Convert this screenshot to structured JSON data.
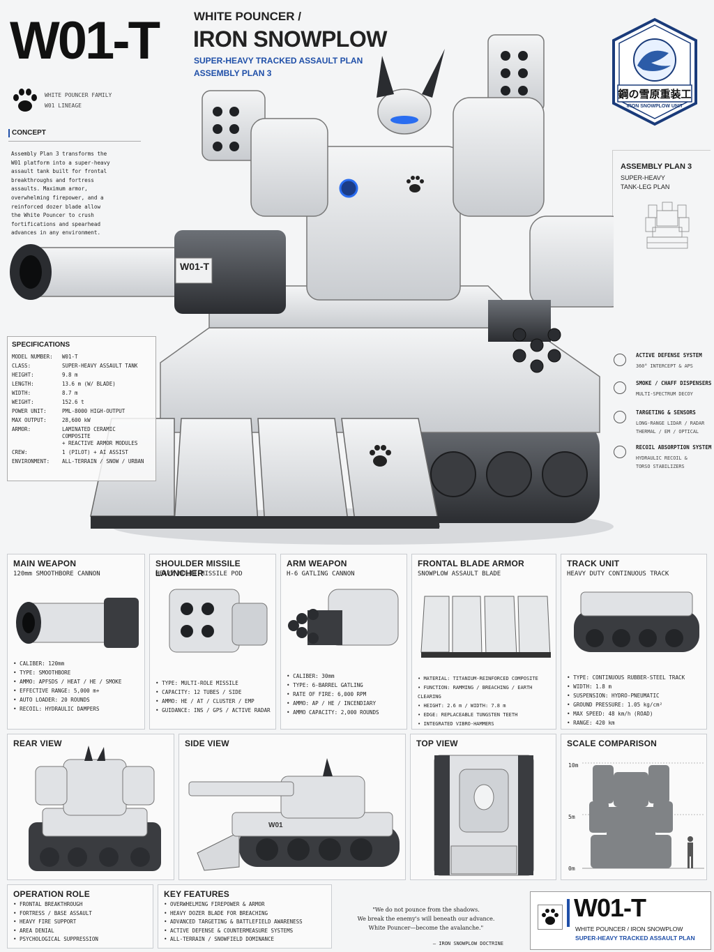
{
  "header": {
    "model_code": "W01-T",
    "family_title": "WHITE POUNCER /",
    "name": "IRON SNOWPLOW",
    "subtitle_line1": "SUPER-HEAVY TRACKED ASSAULT PLAN",
    "subtitle_line2": "ASSEMBLY PLAN 3",
    "family_label": "WHITE POUNCER FAMILY",
    "lineage_label": "W01 LINEAGE"
  },
  "emblem": {
    "kanji": "鋼の雪原重装工",
    "unit": "IRON SNOWPLOW UNIT"
  },
  "concept": {
    "heading": "CONCEPT",
    "text": "Assembly Plan 3 transforms the W01 platform into a super-heavy assault tank built for frontal breakthroughs and fortress assaults. Maximum armor, overwhelming firepower, and a reinforced dozer blade allow the White Pouncer to crush fortifications and spearhead advances in any environment."
  },
  "assembly": {
    "heading": "ASSEMBLY PLAN 3",
    "line1": "SUPER-HEAVY",
    "line2": "TANK-LEG PLAN"
  },
  "cannon_marking": "W01-T",
  "specifications": {
    "heading": "SPECIFICATIONS",
    "rows": [
      {
        "k": "MODEL NUMBER:",
        "v": "W01-T"
      },
      {
        "k": "CLASS:",
        "v": "SUPER-HEAVY ASSAULT TANK"
      },
      {
        "k": "HEIGHT:",
        "v": "9.8 m"
      },
      {
        "k": "LENGTH:",
        "v": "13.6 m (W/ BLADE)"
      },
      {
        "k": "WIDTH:",
        "v": "8.7 m"
      },
      {
        "k": "WEIGHT:",
        "v": "152.6 t"
      },
      {
        "k": "POWER UNIT:",
        "v": "PML-8000 HIGH-OUTPUT"
      },
      {
        "k": "MAX OUTPUT:",
        "v": "28,600 kW"
      },
      {
        "k": "ARMOR:",
        "v": "LAMINATED CERAMIC COMPOSITE\n+ REACTIVE ARMOR MODULES"
      },
      {
        "k": "CREW:",
        "v": "1 (PILOT) + AI ASSIST"
      },
      {
        "k": "ENVIRONMENT:",
        "v": "ALL-TERRAIN / SNOW / URBAN"
      }
    ]
  },
  "features_side": [
    {
      "title": "ACTIVE DEFENSE SYSTEM",
      "sub": "360° INTERCEPT & APS",
      "icon": "shield-icon"
    },
    {
      "title": "SMOKE / CHAFF DISPENSERS",
      "sub": "MULTI-SPECTRUM DECOY",
      "icon": "smoke-icon"
    },
    {
      "title": "TARGETING & SENSORS",
      "sub": "LONG-RANGE LIDAR / RADAR\nTHERMAL / EM / OPTICAL",
      "icon": "target-icon"
    },
    {
      "title": "RECOIL ABSORPTION SYSTEM",
      "sub": "HYDRAULIC RECOIL &\nTORSO STABILIZERS",
      "icon": "recoil-icon"
    }
  ],
  "weapons": [
    {
      "title": "MAIN WEAPON",
      "sub": "120mm SMOOTHBORE CANNON",
      "items": [
        "CALIBER: 120mm",
        "TYPE: SMOOTHBORE",
        "AMMO: APFSDS / HEAT / HE / SMOKE",
        "EFFECTIVE RANGE: 5,000 m+",
        "AUTO LOADER: 20 ROUNDS",
        "RECOIL: HYDRAULIC DAMPERS"
      ]
    },
    {
      "title": "SHOULDER MISSILE LAUNCHER",
      "sub": "HEAVY MULTI-MISSILE POD",
      "items": [
        "TYPE: MULTI-ROLE MISSILE",
        "CAPACITY: 12 TUBES / SIDE",
        "AMMO: HE / AT / CLUSTER / EMP",
        "GUIDANCE: INS / GPS / ACTIVE RADAR"
      ]
    },
    {
      "title": "ARM WEAPON",
      "sub": "H-6 GATLING CANNON",
      "items": [
        "CALIBER: 30mm",
        "TYPE: 6-BARREL GATLING",
        "RATE OF FIRE: 6,000 RPM",
        "AMMO: AP / HE / INCENDIARY",
        "AMMO CAPACITY: 2,000 ROUNDS"
      ]
    },
    {
      "title": "FRONTAL BLADE ARMOR",
      "sub": "SNOWPLOW ASSAULT BLADE",
      "items": [
        "MATERIAL: TITANIUM-REINFORCED COMPOSITE",
        "FUNCTION: RAMMING / BREACHING / EARTH CLEARING",
        "HEIGHT: 2.6 m / WIDTH: 7.8 m",
        "EDGE: REPLACEABLE TUNGSTEN TEETH",
        "INTEGRATED VIBRO-HAMMERS"
      ]
    },
    {
      "title": "TRACK UNIT",
      "sub": "HEAVY DUTY CONTINUOUS TRACK",
      "items": [
        "TYPE: CONTINUOUS RUBBER-STEEL TRACK",
        "WIDTH: 1.8 m",
        "SUSPENSION: HYDRO-PNEUMATIC",
        "GROUND PRESSURE: 1.05 kg/cm²",
        "MAX SPEED: 48 km/h (ROAD)",
        "RANGE: 420 km"
      ]
    }
  ],
  "views": {
    "rear": "REAR VIEW",
    "side": "SIDE VIEW",
    "top": "TOP VIEW",
    "scale": "SCALE COMPARISON",
    "scale_ticks": [
      "10m",
      "5m",
      "0m"
    ],
    "side_marking": "W01"
  },
  "operation_role": {
    "heading": "OPERATION ROLE",
    "items": [
      "FRONTAL BREAKTHROUGH",
      "FORTRESS / BASE ASSAULT",
      "HEAVY FIRE SUPPORT",
      "AREA DENIAL",
      "PSYCHOLOGICAL SUPPRESSION"
    ]
  },
  "key_features": {
    "heading": "KEY FEATURES",
    "items": [
      "OVERWHELMING FIREPOWER & ARMOR",
      "HEAVY DOZER BLADE FOR BREACHING",
      "ADVANCED TARGETING & BATTLEFIELD AWARENESS",
      "ACTIVE DEFENSE & COUNTERMEASURE SYSTEMS",
      "ALL-TERRAIN / SNOWFIELD DOMINANCE"
    ]
  },
  "quote": {
    "line1": "\"We do not pounce from the shadows.",
    "line2": "We break the enemy's will beneath our advance.",
    "line3": "White Pouncer—become the avalanche.\"",
    "source": "— IRON SNOWPLOW DOCTRINE"
  },
  "footer_badge": {
    "code": "W01-T",
    "line1": "WHITE POUNCER / IRON SNOWPLOW",
    "line2": "SUPER-HEAVY TRACKED ASSAULT PLAN"
  },
  "colors": {
    "accent": "#1f4fa8",
    "dark": "#111111",
    "armor": "#e4e6e8",
    "armor_dark": "#55595e",
    "glow": "#2a6df0"
  }
}
